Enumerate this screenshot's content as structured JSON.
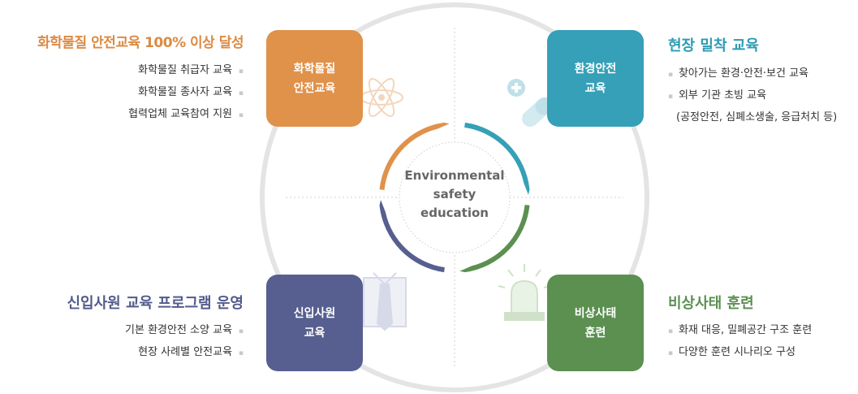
{
  "center": {
    "lines": [
      "Environmental",
      "safety",
      "education"
    ]
  },
  "colors": {
    "orange": "#e0914a",
    "teal": "#35a0b7",
    "navy": "#565f8f",
    "green": "#5b9050",
    "ring": "#e4e4e4",
    "heading_orange": "#db8a43",
    "heading_teal": "#2d9bb3",
    "heading_navy": "#525b8c",
    "heading_green": "#5b9050"
  },
  "quadrants": {
    "top_left": {
      "box_lines": [
        "화학물질",
        "안전교육"
      ],
      "heading": "화학물질 안전교육 100% 이상 달성",
      "items": [
        "화학물질 취급자 교육",
        "화학물질 종사자 교육",
        "협력업체 교육참여 지원"
      ],
      "icon": "atom-icon"
    },
    "top_right": {
      "box_lines": [
        "환경안전",
        "교육"
      ],
      "heading": "현장 밀착 교육",
      "items": [
        "찾아가는 환경·안전·보건 교육",
        "외부 기관 초빙 교육",
        " (공정안전, 심폐소생술, 응급처치 등)"
      ],
      "icon": "medicine-capsule-icon"
    },
    "bottom_left": {
      "box_lines": [
        "신입사원",
        "교육"
      ],
      "heading": "신입사원 교육 프로그램 운영",
      "items": [
        "기본 환경안전 소양 교육",
        "현장 사례별 안전교육"
      ],
      "icon": "shirt-tie-icon"
    },
    "bottom_right": {
      "box_lines": [
        "비상사태",
        "훈련"
      ],
      "heading": "비상사태 훈련",
      "items": [
        "화재 대응, 밀폐공간 구조 훈련",
        "다양한 훈련 시나리오 구성"
      ],
      "icon": "siren-icon"
    }
  }
}
